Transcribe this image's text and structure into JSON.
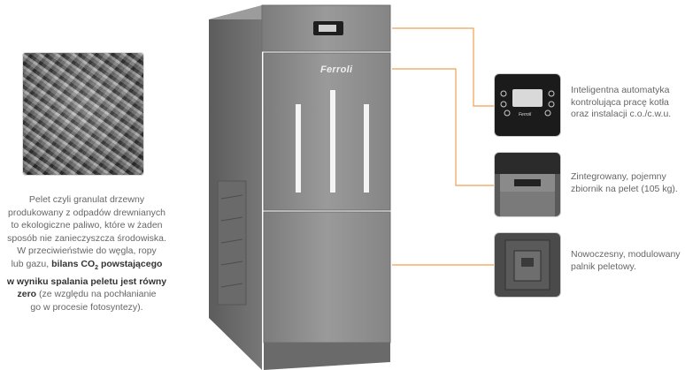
{
  "pellet": {
    "line1": "Pelet czyli granulat drzewny",
    "line2": "produkowany z odpadów drewnianych",
    "line3": "to ekologiczne paliwo, które w żaden",
    "line4": "sposób nie zanieczyszcza środowiska.",
    "line5": "W przeciwieństwie do węgla, ropy",
    "line6_pre": "lub gazu, ",
    "line6_bold": "bilans CO",
    "line6_sub": "2",
    "line6_bold2": " powstającego",
    "line7": "w wyniku spalania peletu jest równy",
    "line8_bold": "zero",
    "line8_rest": " (ze względu na pochłanianie",
    "line9": "go w procesie fotosyntezy)."
  },
  "brand": {
    "logo": "Ferroli"
  },
  "callouts": [
    {
      "text_1": "Inteligentna automatyka",
      "text_2": "kontrolująca pracę kotła",
      "text_3": "oraz instalacji c.o./c.w.u."
    },
    {
      "text_1": "Zintegrowany, pojemny",
      "text_2": "zbiornik na pelet (105 kg)."
    },
    {
      "text_1": "Nowoczesny, modulowany",
      "text_2": "palnik peletowy."
    }
  ],
  "colors": {
    "accent": "#f0a050",
    "boiler": "#8a8a8a",
    "text": "#666666"
  }
}
